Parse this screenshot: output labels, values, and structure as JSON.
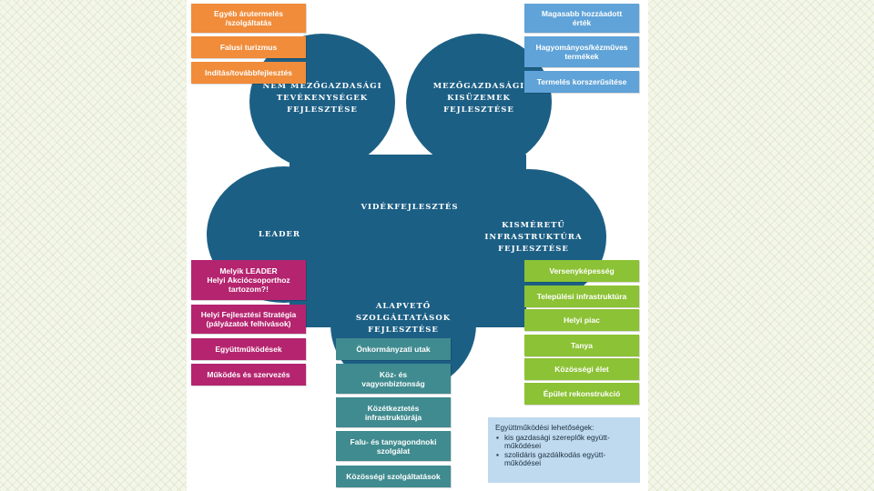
{
  "center": "VIDÉKFEJLESZTÉS",
  "circles": {
    "non_agri": "NEM MEZŐGAZDASÁGI\nTEVÉKENYSÉGEK\nFEJLESZTÉSE",
    "agri": "MEZŐGAZDASÁGI\nKISÜZEMEK\nFEJLESZTÉSE",
    "leader": "LEADER",
    "infra": "KISMÉRETŰ\nINFRASTRUKTÚRA\nFEJLESZTÉSE",
    "services": "ALAPVETŐ\nSZOLGÁLTATÁSOK\nFEJLESZTÉSE"
  },
  "orange_boxes": [
    "Egyéb árutermelés\n/szolgáltatás",
    "Falusi turizmus",
    "Indítás/továbbfejlesztés"
  ],
  "blue_boxes": [
    "Magasabb hozzáadott\nérték",
    "Hagyományos/kézműves\ntermékek",
    "Termelés korszerűsítése"
  ],
  "magenta_boxes": [
    "Melyik LEADER\nHelyi Akciócsoporthoz\ntartozom?!",
    "Helyi Fejlesztési Stratégia\n(pályázatok felhívások)",
    "Együttműködések",
    "Működés és szervezés"
  ],
  "green_boxes": [
    "Versenyképesség",
    "Települési infrastruktúra",
    "Helyi piac",
    "Tanya",
    "Közösségi élet",
    "Épület rekonstrukció"
  ],
  "teal_boxes": [
    "Önkormányzati utak",
    "Köz- és\nvagyonbiztonság",
    "Közétkeztetés\ninfrastruktúrája",
    "Falu- és tanyagondnoki\nszolgálat",
    "Közösségi szolgáltatások"
  ],
  "cooperation": {
    "title": "Együttműködési lehetőségek:",
    "items": [
      "kis gazdasági szereplők együtt-\nműködései",
      "szolidáris gazdálkodás együtt-\nműködései"
    ]
  },
  "colors": {
    "circle": "#1c5f85",
    "orange": "#f08c3a",
    "blue": "#5fa3d8",
    "magenta": "#b5246f",
    "green": "#8cc235",
    "teal": "#3f8b8f",
    "coop_bg": "#bfdaef"
  }
}
